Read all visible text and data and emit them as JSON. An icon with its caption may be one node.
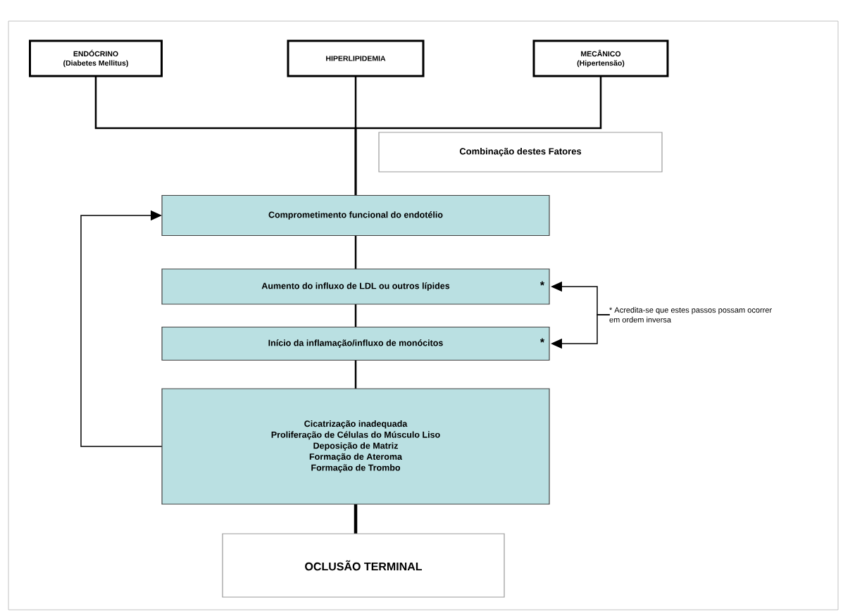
{
  "diagram": {
    "nodes": [
      {
        "text": [
          "ENDÓCRINO",
          "(Diabetes Mellitus)"
        ]
      },
      {
        "text": [
          "HIPERLIPIDEMIA"
        ]
      },
      {
        "text": [
          "MECÂNICO",
          "(Hipertensão)"
        ]
      },
      {
        "text": [
          "Combinação destes Fatores"
        ]
      },
      {
        "text": [
          "Comprometimento funcional do endotélio"
        ]
      },
      {
        "text": [
          "Aumento do influxo de LDL ou outros lípides",
          "*"
        ]
      },
      {
        "text": [
          "Início da inflamação/influxo de monócitos",
          "*"
        ]
      },
      {
        "text": [
          "Cicatrização inadequada",
          "Proliferação de Células do Músculo Liso",
          "Deposição de Matriz",
          "Formação de Ateroma",
          "Formação de Trombo"
        ]
      },
      {
        "text": [
          "OCLUSÃO TERMINAL"
        ]
      },
      {
        "text": [
          "* Acredita-se que estes passos possam ocorrer em ordem inversa"
        ]
      }
    ],
    "edges": [
      {
        "from": 0,
        "to": 4,
        "arrow": "none"
      },
      {
        "from": 1,
        "to": 4,
        "arrow": "none"
      },
      {
        "from": 2,
        "to": 4,
        "arrow": "none"
      },
      {
        "from": 4,
        "to": 5,
        "arrow": "none"
      },
      {
        "from": 5,
        "to": 6,
        "arrow": "none"
      },
      {
        "from": 6,
        "to": 7,
        "arrow": "none"
      },
      {
        "from": 7,
        "to": 8,
        "arrow": "none",
        "style": "thick"
      },
      {
        "from": 7,
        "to": 4,
        "arrow": "to"
      },
      {
        "from": 9,
        "to": 5,
        "arrow": "to"
      },
      {
        "from": 9,
        "to": 6,
        "arrow": "to"
      }
    ]
  }
}
